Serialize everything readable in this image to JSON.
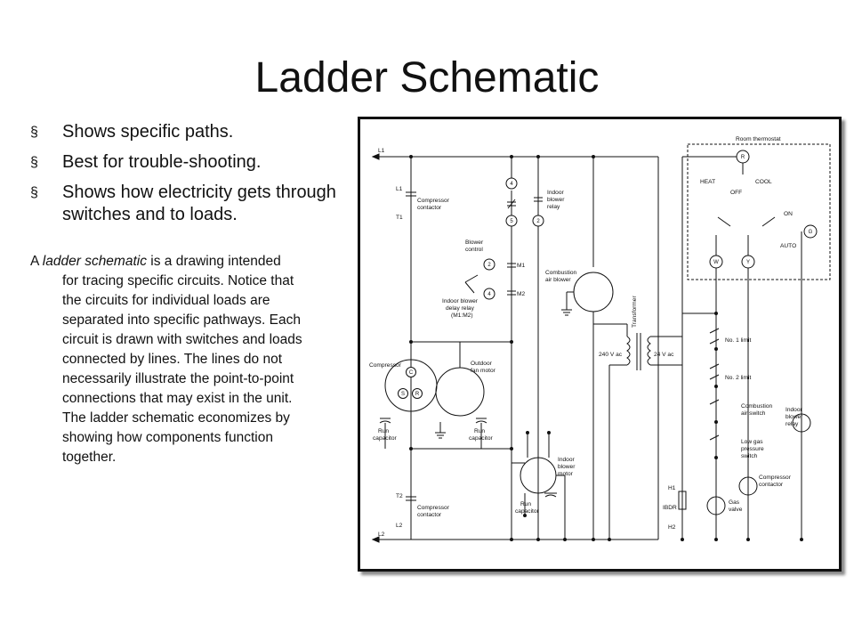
{
  "slide": {
    "title": "Ladder Schematic",
    "bullets": [
      {
        "marker": "§",
        "text": "Shows specific paths."
      },
      {
        "marker": "§",
        "text": "Best for trouble-shooting."
      },
      {
        "marker": "§",
        "text": "Shows how electricity gets through switches and to loads."
      }
    ],
    "paragraph": {
      "lead": "A",
      "term": "ladder schematic",
      "rest_line1": "is a drawing intended",
      "lines": [
        "for tracing specific circuits. Notice that",
        "the circuits for individual loads are",
        "separated into specific pathways. Each",
        "circuit is drawn with switches and loads",
        "connected by lines. The lines do not",
        "necessarily illustrate the point-to-point",
        "connections that may exist in the unit.",
        "The ladder schematic economizes by",
        "showing how components function",
        "together."
      ]
    }
  },
  "diagram": {
    "labels": {
      "l1": "L1",
      "l2": "L2",
      "comp_contactor_l1": "L1",
      "comp_contactor_t1": "T1",
      "comp_contactor_top_1": "Compressor",
      "comp_contactor_top_2": "contactor",
      "comp_contactor_bot_1": "Compressor",
      "comp_contactor_bot_2": "contactor",
      "t2": "T2",
      "l2_small": "L2",
      "compressor": "Compressor",
      "c": "C",
      "s": "S",
      "r": "R",
      "outdoor_fan_1": "Outdoor",
      "outdoor_fan_2": "fan motor",
      "run_cap_left_1": "Run",
      "run_cap_left_2": "capacitor",
      "run_cap_mid_1": "Run",
      "run_cap_mid_2": "capacitor",
      "run_cap_bottom_1": "Run",
      "run_cap_bottom_2": "capacitor",
      "blower_control_1": "Blower",
      "blower_control_2": "control",
      "idbr_1": "Indoor blower",
      "idbr_2": "delay relay",
      "idbr_3": "(M1:M2)",
      "indoor_blower_relay_1": "Indoor",
      "indoor_blower_relay_2": "blower",
      "indoor_blower_relay_3": "relay",
      "m1": "M1",
      "m2": "M2",
      "n4": "4",
      "n5": "5",
      "n2a": "2",
      "n2b": "2",
      "n4b": "4",
      "combustion_blower_1": "Combustion",
      "combustion_blower_2": "air blower",
      "indoor_blower_motor_1": "Indoor",
      "indoor_blower_motor_2": "blower",
      "indoor_blower_motor_3": "motor",
      "transformer": "Transformer",
      "v240": "240 V ac",
      "v24": "24 V ac",
      "room_thermostat": "Room thermostat",
      "heat": "HEAT",
      "off": "OFF",
      "cool": "COOL",
      "on": "ON",
      "auto": "AUTO",
      "t_r": "R",
      "t_w": "W",
      "t_y": "Y",
      "t_g": "G",
      "no1_limit": "No. 1 limit",
      "no2_limit": "No. 2 limit",
      "combustion_switch_1": "Combustion",
      "combustion_switch_2": "air switch",
      "low_gas_1": "Low gas",
      "low_gas_2": "pressure",
      "low_gas_3": "switch",
      "gas_valve_1": "Gas",
      "gas_valve_2": "valve",
      "h1": "H1",
      "ibdr": "IBDR",
      "h2": "H2",
      "comp_contactor_right_1": "Compressor",
      "comp_contactor_right_2": "contactor",
      "indoor_relay_right_1": "Indoor",
      "indoor_relay_right_2": "blower",
      "indoor_relay_right_3": "relay"
    }
  }
}
